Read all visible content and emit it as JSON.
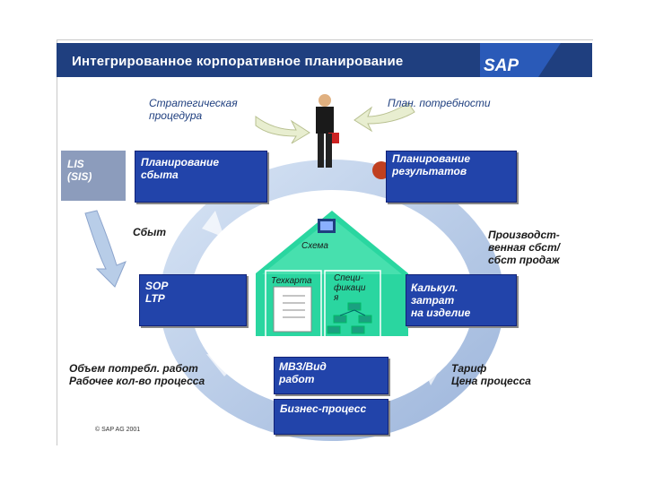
{
  "header": {
    "title": "Интегрированное корпоративное планирование",
    "logo_text": "SAP"
  },
  "labels": {
    "strategic": "Стратегическая\nпроцедура",
    "plan_needs": "План. потребности",
    "sales": "Сбыт",
    "production": "Производст-\nвенная сбст/\nсбст продаж",
    "volume": "Объем потребл. работ\nРабочее кол-во процесса",
    "tariff": "Тариф\nЦена процесса"
  },
  "boxes": {
    "lis": "LIS\n(SIS)",
    "sales_planning": "Планирование\nсбыта",
    "results_planning": "Планирование\nрезультатов",
    "sop": "SOP\nLTP",
    "costing": "Калькул.\nзатрат\nна изделие",
    "mvz": "МВЗ/Вид\nработ",
    "business_process": "Бизнес-процесс"
  },
  "center": {
    "scheme": "Схема",
    "techcard": "Техкарта",
    "spec": "Специ-\nфикаци\nя"
  },
  "copyright": "© SAP AG 2001",
  "colors": {
    "header": "#1f3f7f",
    "box": "#2244aa",
    "center": "#2ad6a0",
    "ring": "#b8cde8"
  }
}
